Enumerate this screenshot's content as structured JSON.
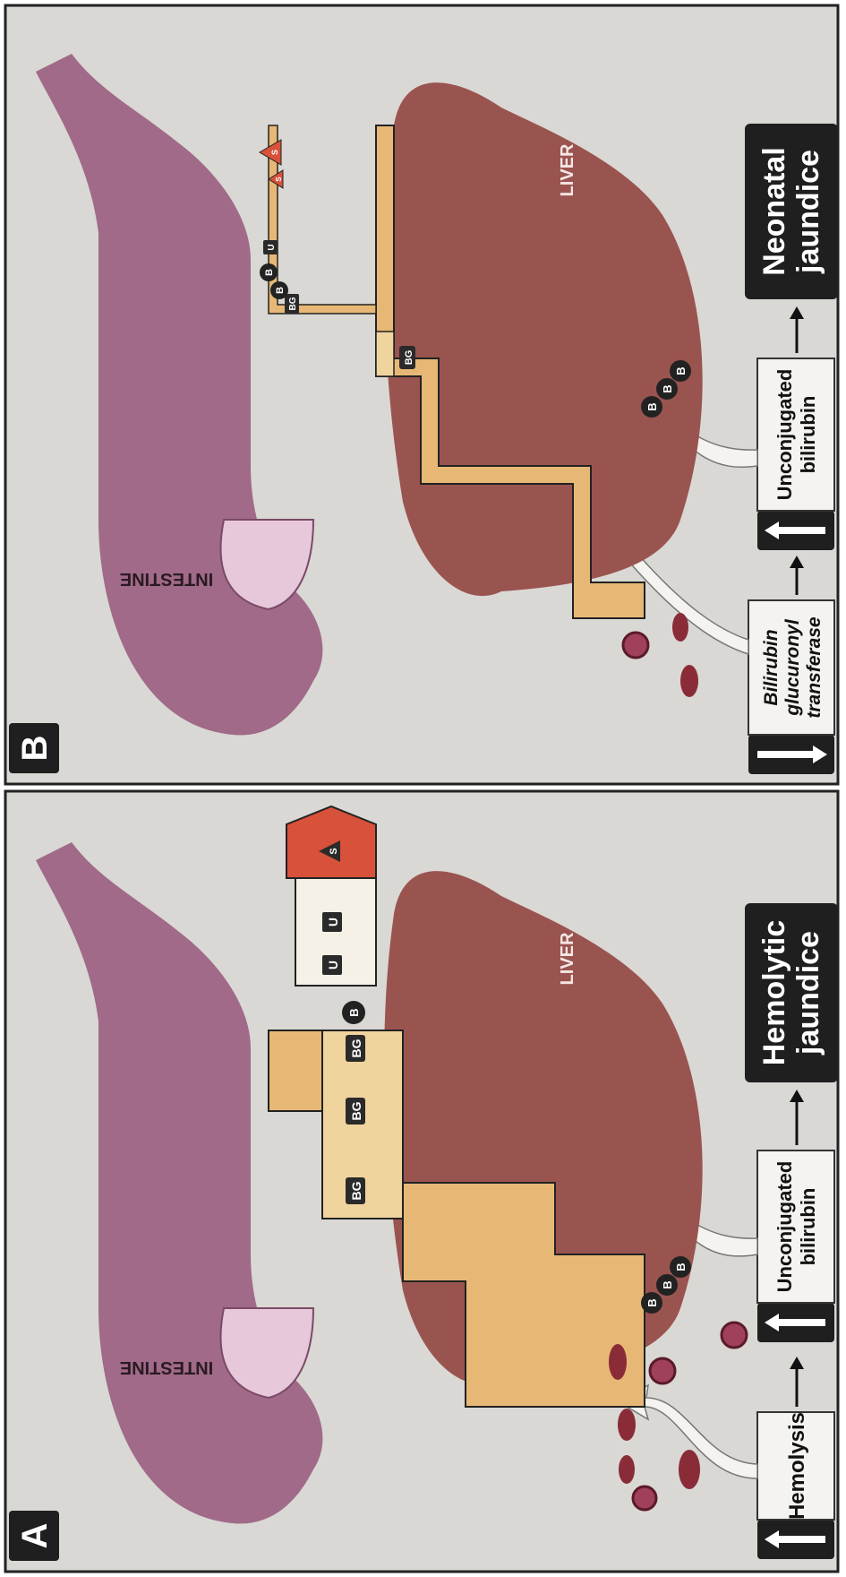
{
  "panel_a": {
    "letter": "A",
    "flow": {
      "step1": "Hemolysis",
      "step2": "Unconjugated bilirubin",
      "step2_line1": "Unconjugated",
      "step2_line2": "bilirubin",
      "result_line1": "Hemolytic",
      "result_line2": "jaundice"
    },
    "organs": {
      "liver": "LIVER",
      "intestine": "INTESTINE"
    },
    "markers": {
      "bilirubin": "B",
      "glucuronide": "BG",
      "urobilinogen": "U",
      "stercobilin": "S"
    }
  },
  "panel_b": {
    "letter": "B",
    "flow": {
      "step1_line1": "Bilirubin",
      "step1_line2": "glucuronyl",
      "step1_line3": "transferase",
      "step2_line1": "Unconjugated",
      "step2_line2": "bilirubin",
      "result_line1": "Neonatal",
      "result_line2": "jaundice"
    },
    "organs": {
      "liver": "LIVER",
      "intestine": "INTESTINE"
    },
    "markers": {
      "bilirubin": "B",
      "glucuronide": "BG",
      "urobilinogen": "U",
      "stercobilin": "S"
    }
  },
  "colors": {
    "background": "#d7d6d2",
    "liver": "#9a5450",
    "intestine": "#a06a88",
    "flow_band": "#e7b875",
    "flow_band_light": "#f0d49e",
    "stercobilin": "#d8513a",
    "label_box": "#1f1f1f"
  }
}
